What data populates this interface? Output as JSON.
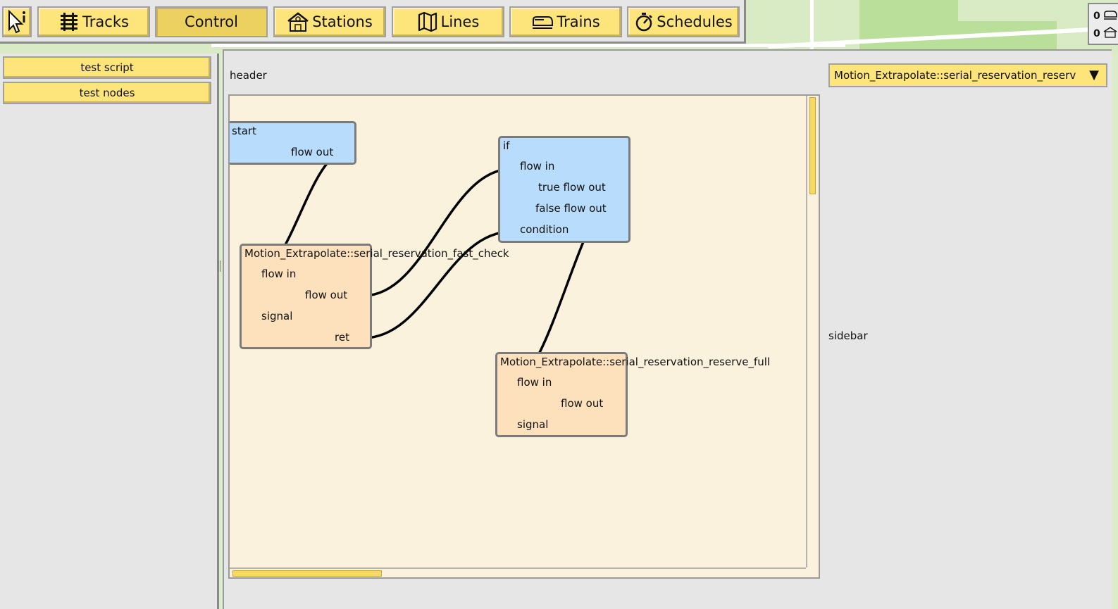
{
  "toolbar": {
    "buttons": [
      {
        "label": "Tracks",
        "icon": "tracks-icon"
      },
      {
        "label": "Control",
        "icon": ""
      },
      {
        "label": "Stations",
        "icon": "station-icon"
      },
      {
        "label": "Lines",
        "icon": "map-icon"
      },
      {
        "label": "Trains",
        "icon": "train-icon"
      },
      {
        "label": "Schedules",
        "icon": "stopwatch-icon"
      }
    ],
    "active": "Control"
  },
  "counters": {
    "trains": "0",
    "stations": "0"
  },
  "left_panel": {
    "buttons": [
      "test script",
      "test nodes"
    ]
  },
  "main": {
    "header_label": "header",
    "sidebar_label": "sidebar",
    "script_select": {
      "value": "Motion_Extrapolate::serial_reservation_reserv",
      "arrow": "▼"
    }
  },
  "nodes": {
    "start": {
      "title": "start",
      "ports": [
        "flow out"
      ]
    },
    "if": {
      "title": "if",
      "ports": [
        "flow in",
        "true flow out",
        "false flow out",
        "condition"
      ]
    },
    "fast_check": {
      "title": "Motion_Extrapolate::serial_reservation_fast_check",
      "ports": [
        "flow in",
        "flow out",
        "signal",
        "ret"
      ]
    },
    "reserve_full": {
      "title": "Motion_Extrapolate::serial_reservation_reserve_full",
      "ports": [
        "flow in",
        "flow out",
        "signal"
      ]
    }
  },
  "colors": {
    "button": "#fde57c",
    "node_blue": "#b8dcfb",
    "node_orange": "#fde1bc",
    "canvas": "#fbf2de"
  }
}
